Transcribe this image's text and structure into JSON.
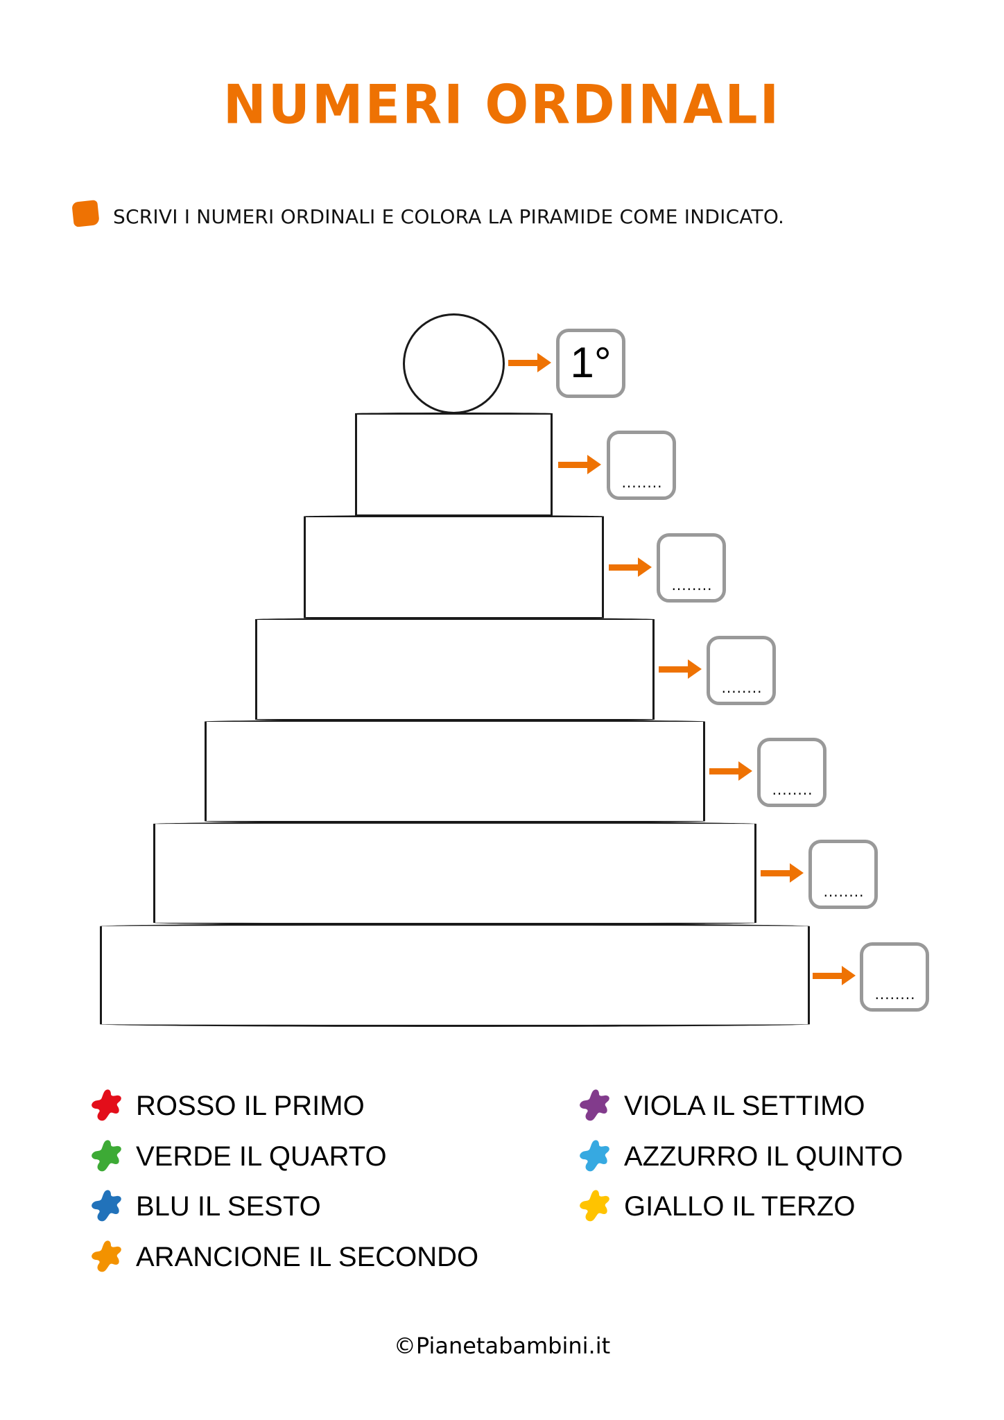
{
  "title": "NUMERI ORDINALI",
  "instruction": "SCRIVI I NUMERI ORDINALI E COLORA LA PIRAMIDE COME INDICATO.",
  "accent_color": "#EE7203",
  "box_border_color": "#999999",
  "pyramid": {
    "layers": [
      {
        "index": 1,
        "answer": "1°",
        "placeholder": ""
      },
      {
        "index": 2,
        "answer": "",
        "placeholder": "........"
      },
      {
        "index": 3,
        "answer": "",
        "placeholder": "........"
      },
      {
        "index": 4,
        "answer": "",
        "placeholder": "........"
      },
      {
        "index": 5,
        "answer": "",
        "placeholder": "........"
      },
      {
        "index": 6,
        "answer": "",
        "placeholder": "........"
      },
      {
        "index": 7,
        "answer": "",
        "placeholder": "........"
      }
    ]
  },
  "legend": {
    "left": [
      {
        "label": "ROSSO IL PRIMO",
        "color": "#E30E1A",
        "icon": "paint-splash-icon"
      },
      {
        "label": "VERDE IL QUARTO",
        "color": "#3DAA35",
        "icon": "paint-splash-icon"
      },
      {
        "label": "BLU IL SESTO",
        "color": "#2172BA",
        "icon": "paint-splash-icon"
      },
      {
        "label": "ARANCIONE IL SECONDO",
        "color": "#F39200",
        "icon": "paint-splash-icon"
      }
    ],
    "right": [
      {
        "label": "VIOLA IL SETTIMO",
        "color": "#823B8C",
        "icon": "paint-splash-icon"
      },
      {
        "label": "AZZURRO IL QUINTO",
        "color": "#36A9E1",
        "icon": "paint-splash-icon"
      },
      {
        "label": "GIALLO IL TERZO",
        "color": "#FFC300",
        "icon": "paint-splash-icon"
      }
    ]
  },
  "footer": "©Pianetabambini.it"
}
